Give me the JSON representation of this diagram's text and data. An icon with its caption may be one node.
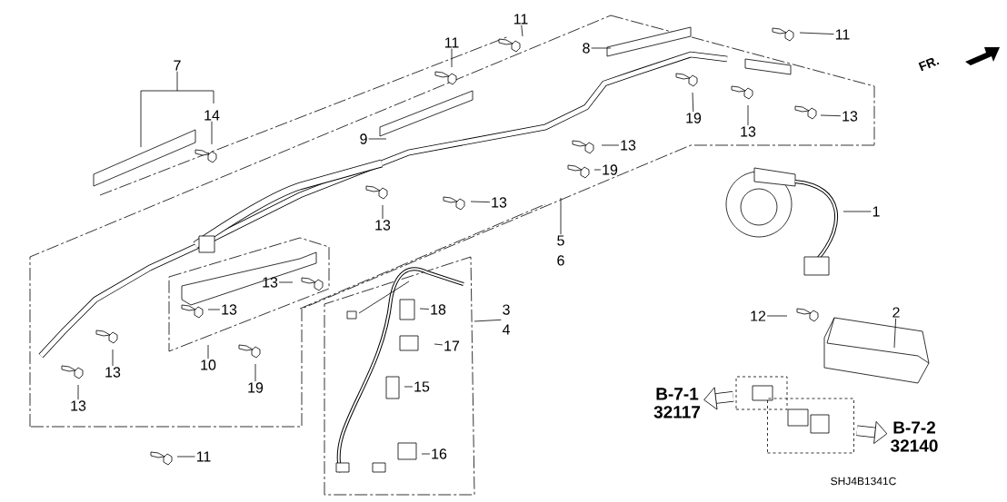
{
  "diagram": {
    "nodes": [
      {
        "text": [
          "7"
        ]
      },
      {
        "text": [
          "14"
        ]
      },
      {
        "text": [
          "11"
        ]
      },
      {
        "text": [
          "11"
        ]
      },
      {
        "text": [
          "11"
        ]
      },
      {
        "text": [
          "8"
        ]
      },
      {
        "text": [
          "9"
        ]
      },
      {
        "text": [
          "19"
        ]
      },
      {
        "text": [
          "13"
        ]
      },
      {
        "text": [
          "13"
        ]
      },
      {
        "text": [
          "13"
        ]
      },
      {
        "text": [
          "19"
        ]
      },
      {
        "text": [
          "13"
        ]
      },
      {
        "text": [
          "13"
        ]
      },
      {
        "text": [
          "1"
        ]
      },
      {
        "text": [
          "5",
          "6"
        ]
      },
      {
        "text": [
          "3",
          "4"
        ]
      },
      {
        "text": [
          "18"
        ]
      },
      {
        "text": [
          "17"
        ]
      },
      {
        "text": [
          "15"
        ]
      },
      {
        "text": [
          "16"
        ]
      },
      {
        "text": [
          "13"
        ]
      },
      {
        "text": [
          "13"
        ]
      },
      {
        "text": [
          "10"
        ]
      },
      {
        "text": [
          "19"
        ]
      },
      {
        "text": [
          "13"
        ]
      },
      {
        "text": [
          "13"
        ]
      },
      {
        "text": [
          "11"
        ]
      },
      {
        "text": [
          "12"
        ]
      },
      {
        "text": [
          "2"
        ]
      },
      {
        "text": [
          "B-7-1",
          "32117"
        ]
      },
      {
        "text": [],
        "shape": "box"
      },
      {
        "text": [],
        "shape": "box"
      },
      {
        "text": [
          "B-7-2",
          "32140"
        ]
      }
    ],
    "edges": [
      {
        "from": 0,
        "to": null,
        "arrow": "none"
      },
      {
        "from": 1,
        "to": null,
        "arrow": "none"
      },
      {
        "from": 2,
        "to": null,
        "arrow": "none"
      },
      {
        "from": 3,
        "to": null,
        "arrow": "none"
      },
      {
        "from": 4,
        "to": null,
        "arrow": "none"
      },
      {
        "from": 5,
        "to": null,
        "arrow": "none"
      },
      {
        "from": 6,
        "to": null,
        "arrow": "none"
      },
      {
        "from": 7,
        "to": null,
        "arrow": "none"
      },
      {
        "from": 8,
        "to": null,
        "arrow": "none"
      },
      {
        "from": 9,
        "to": null,
        "arrow": "none"
      },
      {
        "from": 10,
        "to": null,
        "arrow": "none"
      },
      {
        "from": 11,
        "to": null,
        "arrow": "none"
      },
      {
        "from": 12,
        "to": null,
        "arrow": "none"
      },
      {
        "from": 13,
        "to": null,
        "arrow": "none"
      },
      {
        "from": 14,
        "to": null,
        "arrow": "none"
      },
      {
        "from": 15,
        "to": null,
        "arrow": "none"
      },
      {
        "from": 16,
        "to": null,
        "arrow": "none"
      },
      {
        "from": 17,
        "to": null,
        "arrow": "none"
      },
      {
        "from": 18,
        "to": null,
        "arrow": "none"
      },
      {
        "from": 19,
        "to": null,
        "arrow": "none"
      },
      {
        "from": 20,
        "to": null,
        "arrow": "none"
      },
      {
        "from": 21,
        "to": null,
        "arrow": "none"
      },
      {
        "from": 22,
        "to": null,
        "arrow": "none"
      },
      {
        "from": 23,
        "to": null,
        "arrow": "none"
      },
      {
        "from": 24,
        "to": null,
        "arrow": "none"
      },
      {
        "from": 25,
        "to": null,
        "arrow": "none"
      },
      {
        "from": 26,
        "to": null,
        "arrow": "none"
      },
      {
        "from": 27,
        "to": null,
        "arrow": "none"
      },
      {
        "from": 28,
        "to": null,
        "arrow": "none"
      },
      {
        "from": 29,
        "to": null,
        "arrow": "none"
      },
      {
        "from": 31,
        "to": 30,
        "arrow": "to",
        "style": "thick"
      },
      {
        "from": 32,
        "to": 33,
        "arrow": "to",
        "style": "thick"
      }
    ],
    "labels": [
      "FR.",
      "SHJ4B1341C"
    ]
  }
}
